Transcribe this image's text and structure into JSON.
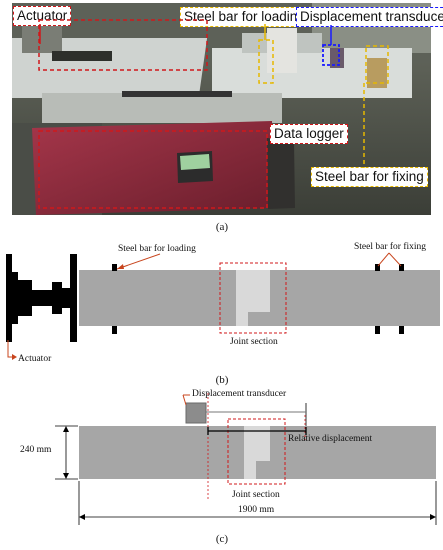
{
  "panel_a": {
    "labels": {
      "actuator": "Actuator",
      "steel_bar_loading": "Steel bar for loading",
      "displacement_transducer": "Displacement transducer",
      "data_logger": "Data logger",
      "steel_bar_fixing": "Steel bar for fixing"
    },
    "caption": "(a)"
  },
  "panel_b": {
    "labels": {
      "steel_bar_loading": "Steel bar for loading",
      "steel_bar_fixing": "Steel bar for fixing",
      "joint_section": "Joint section",
      "actuator": "Actuator"
    },
    "caption": "(b)"
  },
  "panel_c": {
    "labels": {
      "displacement_transducer": "Displacement transducer",
      "relative_displacement": "Relative displacement",
      "height": "240 mm",
      "joint_section": "Joint section",
      "length": "1900 mm"
    },
    "caption": "(c)"
  },
  "colors": {
    "red": "#d0181b",
    "yellow": "#e6b800",
    "blue": "#1a1aff",
    "specimen_gray": "#a6a6a6",
    "joint_light": "#d9d9d9"
  }
}
